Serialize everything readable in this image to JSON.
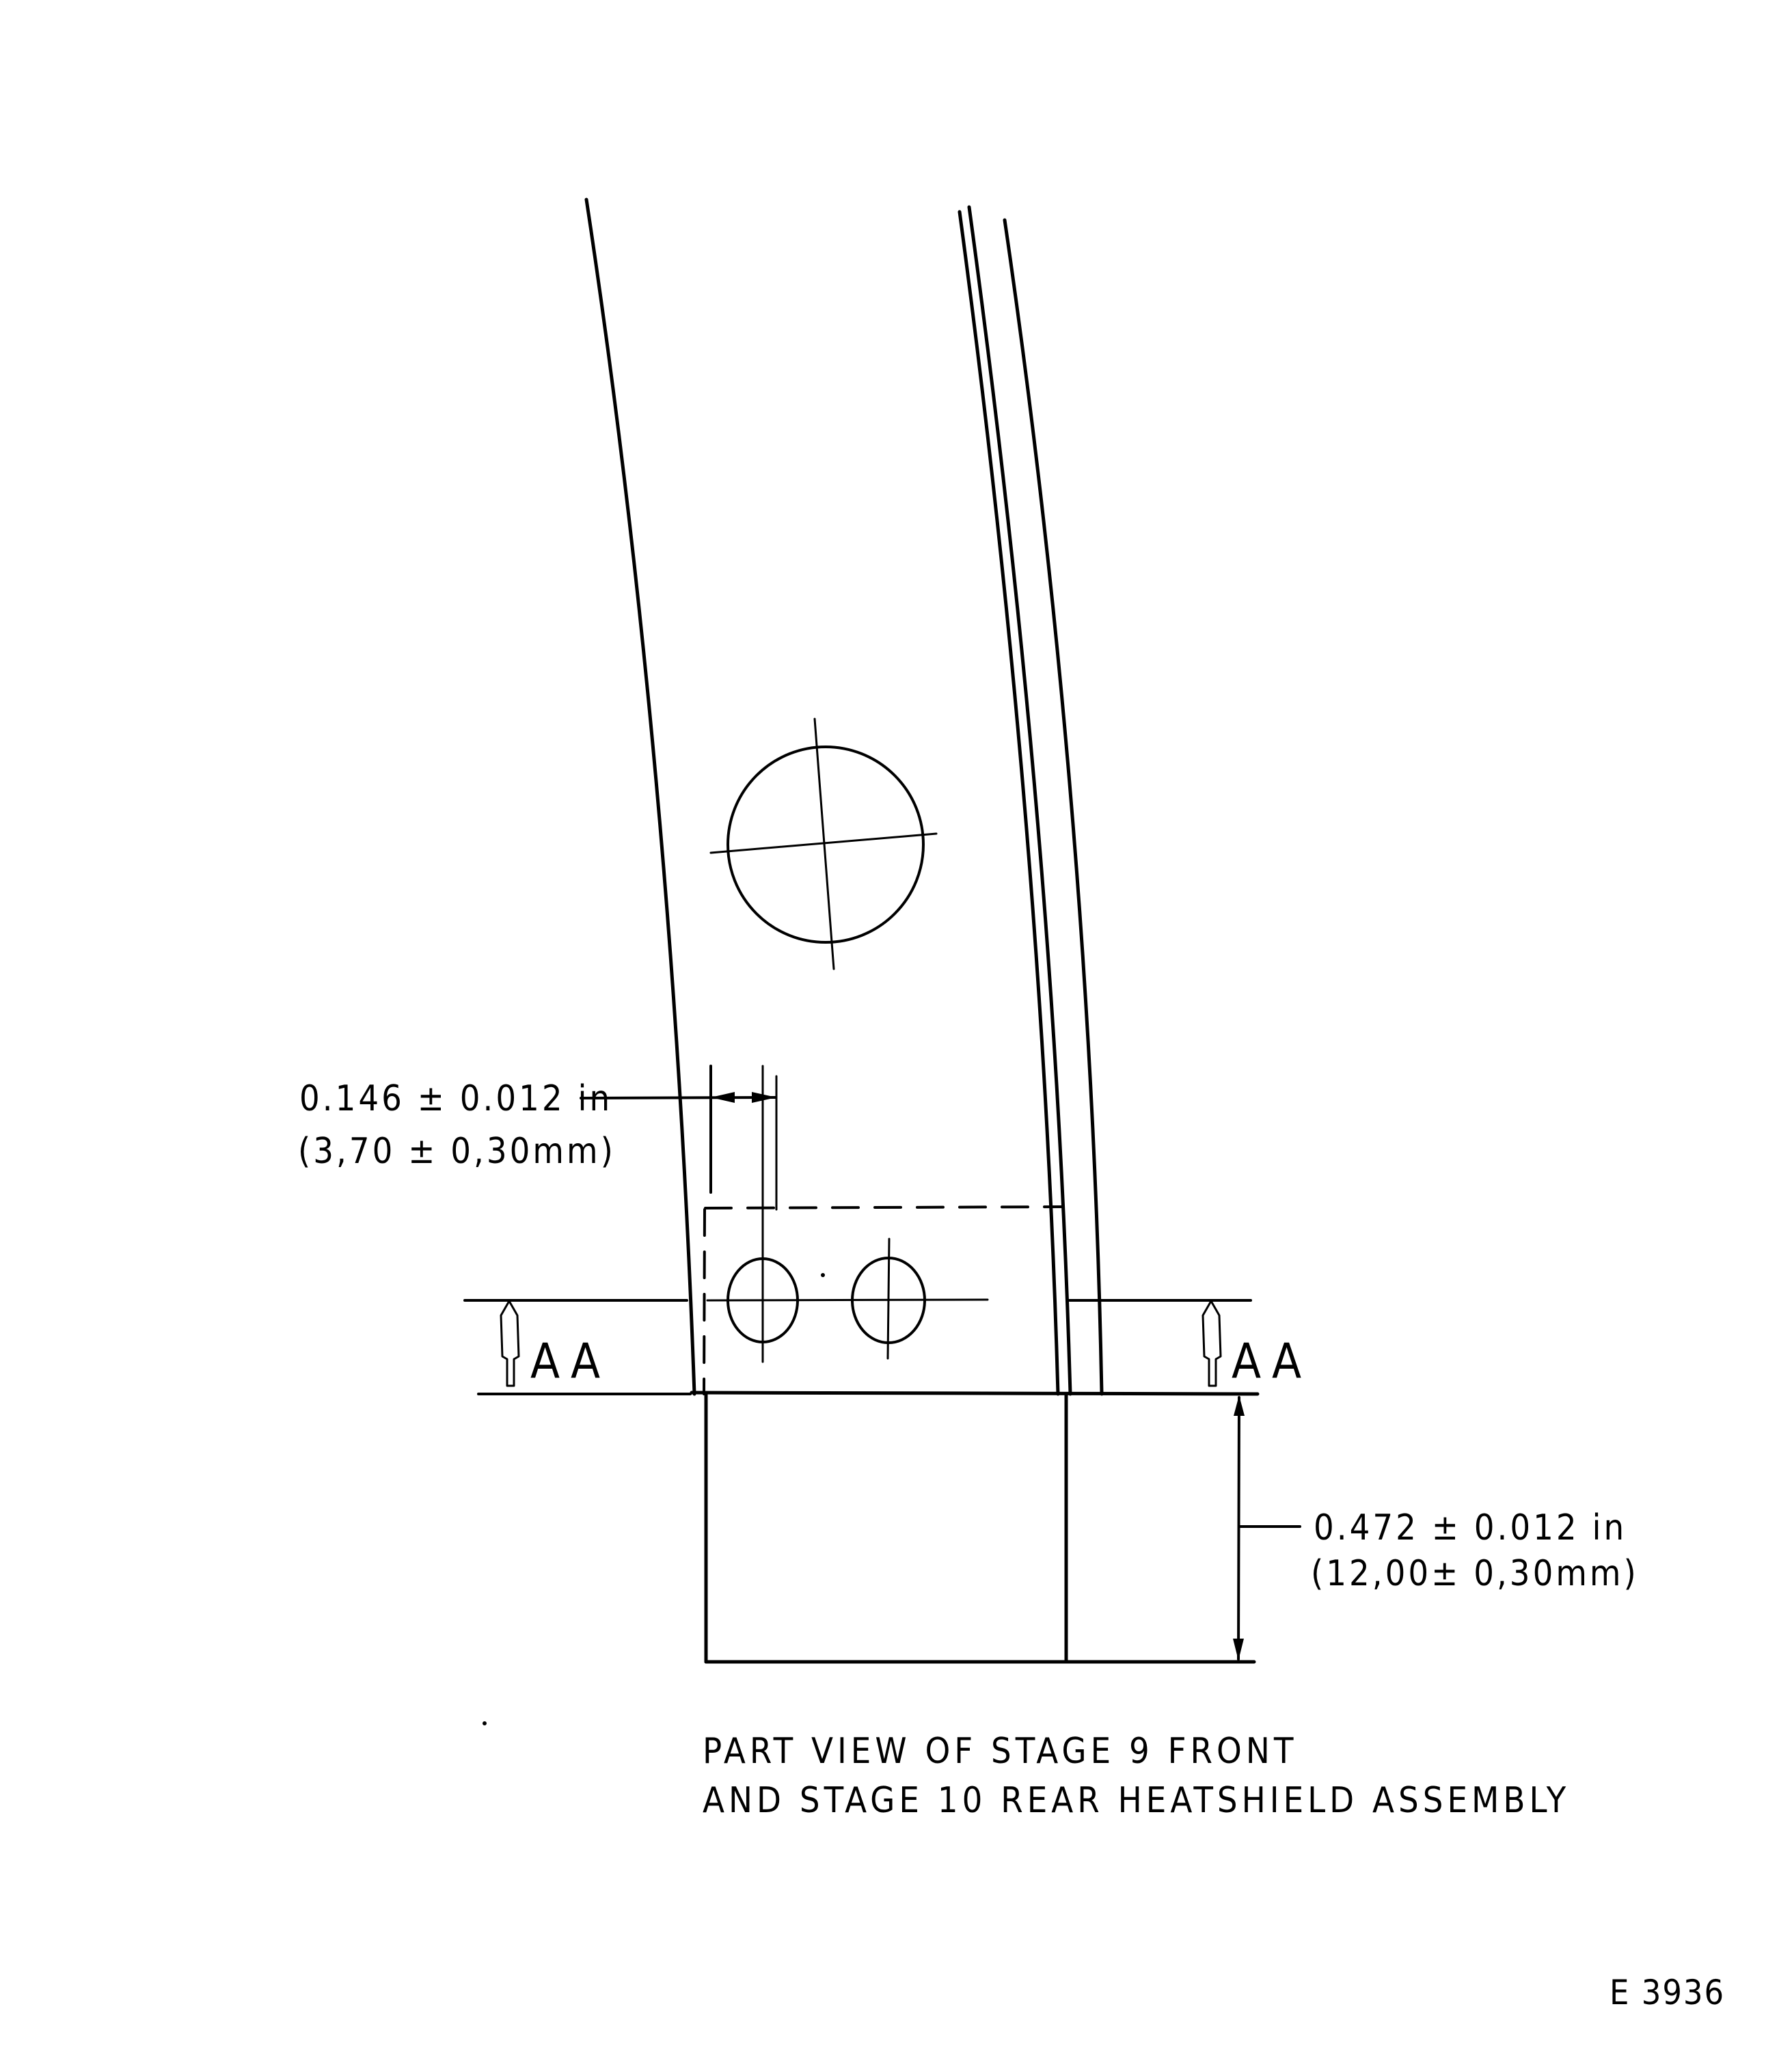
{
  "drawing": {
    "title_line_1": "PART VIEW OF STAGE 9  FRONT",
    "title_line_2": "AND  STAGE 10 REAR HEATSHIELD  ASSEMBLY",
    "reference_number": "E 3936"
  },
  "dimensions": {
    "hole_offset": {
      "imperial": "0.146 ± 0.012 in",
      "metric": "(3,70 ± 0,30mm)"
    },
    "flange_height": {
      "imperial": "0.472 ± 0.012 in",
      "metric": "(12,00± 0,30mm)"
    }
  },
  "section_markers": {
    "left": "AA",
    "right": "AA"
  },
  "colors": {
    "ink": "#000000",
    "paper": "#ffffff"
  }
}
